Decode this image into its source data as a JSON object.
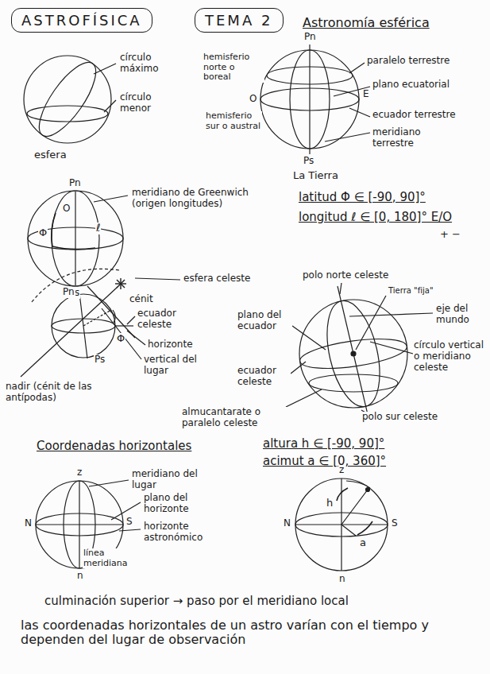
{
  "diagram": {
    "title": "Astronomía esférica",
    "nodes": [
      {
        "text": [
          "ASTROFÍSICA"
        ]
      },
      {
        "text": [
          "TEMA 2"
        ]
      }
    ],
    "labels": [
      "círculo máximo",
      "círculo menor",
      "esfera",
      "Pn",
      "hemisferio norte o boreal",
      "paralelo terrestre",
      "plano ecuatorial",
      "O",
      "E",
      "ecuador terrestre",
      "hemisferio sur o austral",
      "meridiano terrestre",
      "Ps",
      "La Tierra",
      "Pn",
      "meridiano de Greenwich (origen longitudes)",
      "Φ",
      "O",
      "ℓ",
      "Ps",
      "latitud Φ ∈ [-90, 90]°",
      "longitud ℓ ∈ [0, 180]° E/O",
      "+ −",
      "Pn",
      "esfera celeste",
      "cénit",
      "ecuador celeste",
      "Φ",
      "horizonte",
      "vertical del lugar",
      "nadir (cénit de las antípodas)",
      "Ps",
      "polo norte celeste",
      "Tierra \"fija\"",
      "eje del mundo",
      "plano del ecuador",
      "círculo vertical o meridiano celeste",
      "ecuador celeste",
      "almucantarate o paralelo celeste",
      "polo sur celeste",
      "Coordenadas horizontales",
      "altura h ∈ [-90, 90]°",
      "acimut a ∈ [0, 360]°",
      "z",
      "meridiano del lugar",
      "plano del horizonte",
      "N",
      "S",
      "horizonte astronómico",
      "línea meridiana",
      "n",
      "z",
      "h",
      "N",
      "S",
      "a",
      "n",
      "culminación superior → paso por el meridiano local",
      "las coordenadas horizontales de un astro varían con el tiempo y dependen del lugar de observación"
    ]
  }
}
